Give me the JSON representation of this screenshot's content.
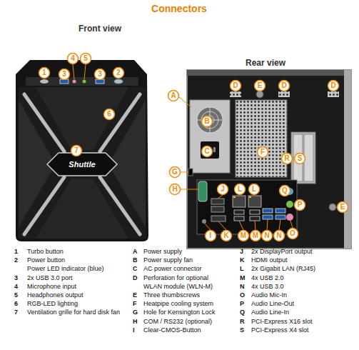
{
  "diagram": {
    "title": "Connectors",
    "labels": [
      "Front view",
      "Rear view",
      "4",
      "5",
      "1",
      "3",
      "3",
      "2",
      "6",
      "7",
      "Shuttle",
      "D",
      "E",
      "D",
      "D",
      "A",
      "B",
      "C",
      "F",
      "R",
      "S",
      "G",
      "H",
      "J",
      "L",
      "L",
      "Q",
      "P",
      "E",
      "I",
      "K",
      "M",
      "M",
      "N",
      "N",
      "O",
      "1",
      "Turbo button",
      "2",
      "Power button",
      "Power LED indicator (blue)",
      "3",
      "2x USB 3.0 port",
      "4",
      "Microphone input",
      "5",
      "Headphones output",
      "6",
      "RGB-LED lighting",
      "7",
      "Ventilation grille for hard disk fan",
      "A",
      "Power supply",
      "B",
      "Power supply fan",
      "C",
      "AC power connector",
      "D",
      "Perforation for optional WLAN module (WLN-M)",
      "E",
      "Three thumbscrews",
      "F",
      "Heatpipe cooling system",
      "G",
      "Hole for Kensington Lock",
      "H",
      "COM / RS232 (optional)",
      "I",
      "Clear-CMOS-Button",
      "J",
      "2x DisplayPort output",
      "K",
      "HDMI output",
      "L",
      "2x Gigabit LAN (RJ45)",
      "M",
      "4x USB 2.0",
      "N",
      "4x USB 3.0",
      "O",
      "Audio Mic-In",
      "P",
      "Audio Line-Out",
      "Q",
      "Audio Line-In",
      "R",
      "PCI-Express X16 slot",
      "S",
      "PCI-Express X4 slot"
    ]
  }
}
